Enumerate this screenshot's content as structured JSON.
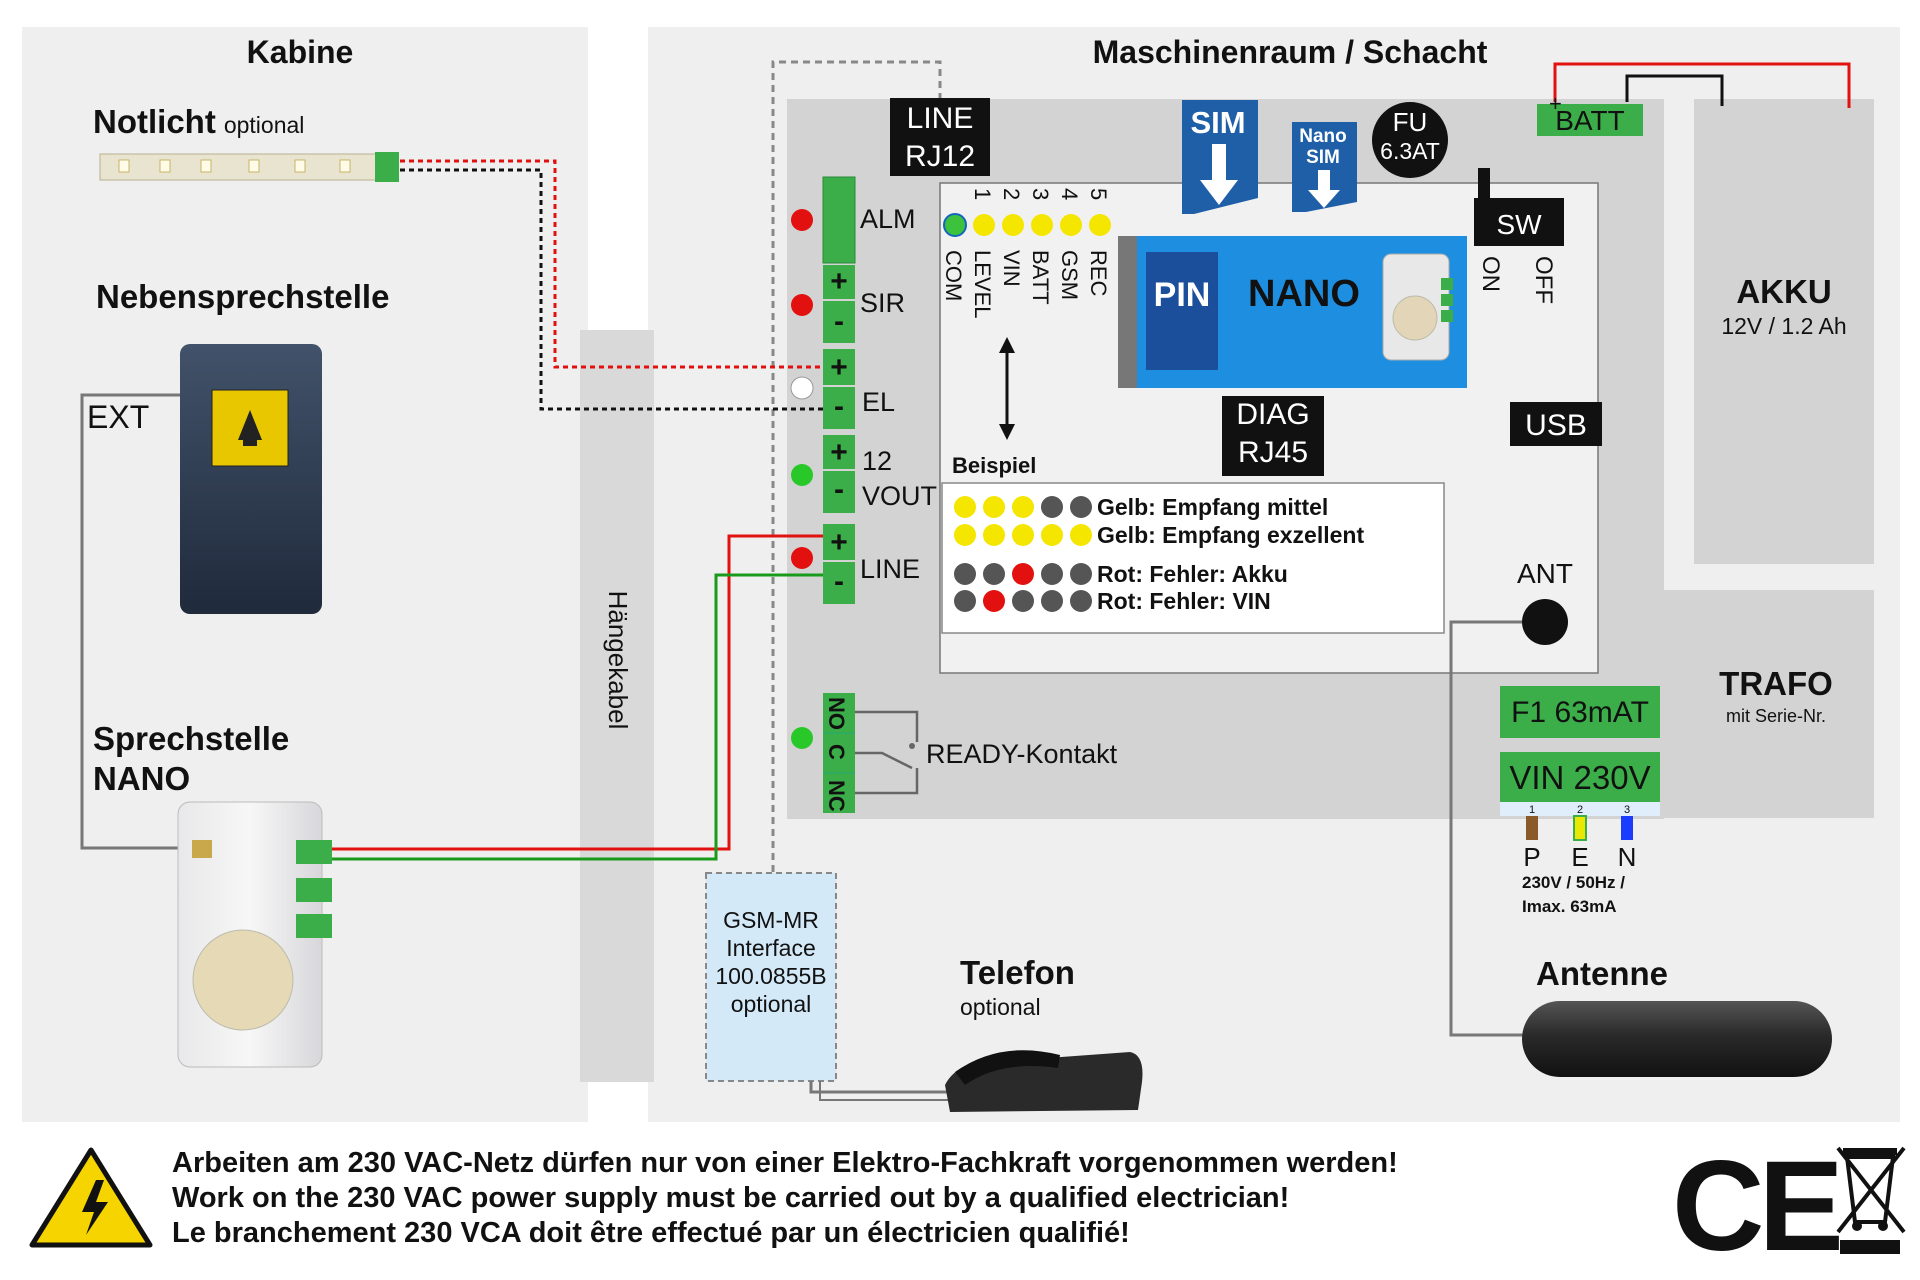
{
  "regions": {
    "kabine": "Kabine",
    "maschinenraum": "Maschinenraum / Schacht",
    "haengekabel": "Hängekabel"
  },
  "kabine": {
    "notlicht": "Notlicht",
    "notlicht_optional": "optional",
    "nebensprechstelle": "Nebensprechstelle",
    "ext": "EXT",
    "sprechstelle_line1": "Sprechstelle",
    "sprechstelle_line2": "NANO"
  },
  "terminals": {
    "alm": "ALM",
    "sir": "SIR",
    "el": "EL",
    "v12": "12",
    "vout": "VOUT",
    "line": "LINE",
    "plus": "+",
    "minus": "-",
    "no": "NO",
    "c": "C",
    "nc": "NC",
    "ready": "READY-Kontakt"
  },
  "board": {
    "line_rj12_1": "LINE",
    "line_rj12_2": "RJ12",
    "sim": "SIM",
    "nano_sim_1": "Nano",
    "nano_sim_2": "SIM",
    "fu_1": "FU",
    "fu_2": "6.3AT",
    "batt": "BATT",
    "sw": "SW",
    "on": "ON",
    "off": "OFF",
    "pin": "PIN",
    "nano": "NANO",
    "diag_1": "DIAG",
    "diag_2": "RJ45",
    "usb": "USB",
    "ant": "ANT",
    "led_numbers": [
      "1",
      "2",
      "3",
      "4",
      "5"
    ],
    "led_labels": [
      "LEVEL",
      "VIN",
      "BATT",
      "GSM",
      "REC"
    ],
    "com": "COM",
    "beispiel": "Beispiel",
    "examples": [
      {
        "text": "Gelb: Empfang mittel",
        "leds": [
          "#f5e600",
          "#f5e600",
          "#f5e600",
          "#555555",
          "#555555"
        ]
      },
      {
        "text": "Gelb: Empfang exzellent",
        "leds": [
          "#f5e600",
          "#f5e600",
          "#f5e600",
          "#f5e600",
          "#f5e600"
        ]
      },
      {
        "text": "Rot: Fehler: Akku",
        "leds": [
          "#555555",
          "#555555",
          "#e31010",
          "#555555",
          "#555555"
        ]
      },
      {
        "text": "Rot: Fehler: VIN",
        "leds": [
          "#555555",
          "#e31010",
          "#555555",
          "#555555",
          "#555555"
        ]
      }
    ]
  },
  "akku": {
    "title": "AKKU",
    "spec": "12V / 1.2 Ah"
  },
  "trafo": {
    "title": "TRAFO",
    "sub": "mit Serie-Nr."
  },
  "power": {
    "f1": "F1  63mAT",
    "vin": "VIN 230V",
    "pins": [
      "1",
      "2",
      "3"
    ],
    "p": "P",
    "e": "E",
    "n": "N",
    "spec_1": "230V / 50Hz /",
    "spec_2": "Imax. 63mA"
  },
  "gsm": {
    "line1": "GSM-MR",
    "line2": "Interface",
    "line3": "100.0855B",
    "line4": "optional"
  },
  "telefon": {
    "title": "Telefon",
    "sub": "optional"
  },
  "antenne": {
    "title": "Antenne"
  },
  "warning": {
    "de": "Arbeiten am 230 VAC-Netz dürfen nur von einer Elektro-Fachkraft vorgenommen werden!",
    "en": "Work on the 230 VAC power supply must be carried out by a qualified electrician!",
    "fr": "Le branchement 230 VCA doit être effectué par un électricien qualifié!"
  },
  "ce_mark": "CE",
  "colors": {
    "red_wire": "#e31010",
    "green_wire": "#1a9a1a",
    "board_blue": "#1e8fe0",
    "terminal_green": "#3cae49",
    "led_yellow": "#f5e600"
  }
}
